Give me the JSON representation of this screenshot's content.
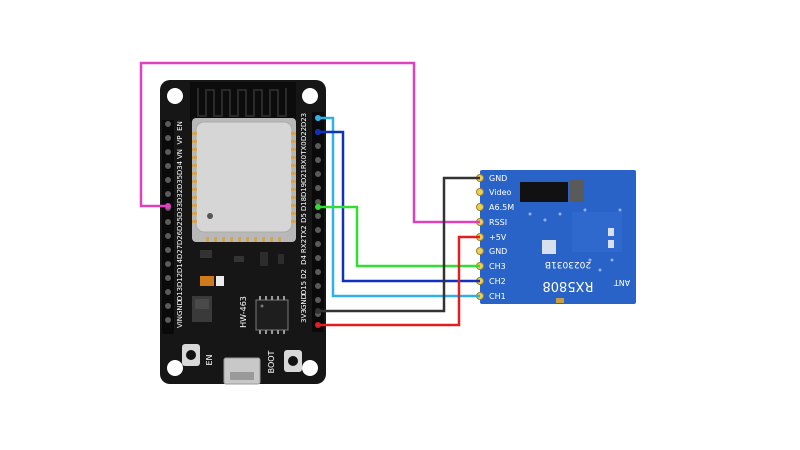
{
  "esp32_board": {
    "module_label": "HW-463",
    "left_header_labels": [
      "EN",
      "VP",
      "VN",
      "D34",
      "D35",
      "D32",
      "D33",
      "D25",
      "D26",
      "D27",
      "D14",
      "D12",
      "D13",
      "GND",
      "VIN"
    ],
    "right_header_labels": [
      "D23",
      "D22",
      "TX0",
      "RX0",
      "D21",
      "D19",
      "D18",
      "D5",
      "TX2",
      "RX2",
      "D4",
      "D2",
      "D15",
      "GND",
      "3V3"
    ],
    "button_en_label": "EN",
    "button_boot_label": "BOOT"
  },
  "rx5808_module": {
    "pin_labels": [
      "GND",
      "Video",
      "A6.5M",
      "RSSI",
      "+5V",
      "GND",
      "CH3",
      "CH2",
      "CH1"
    ],
    "model_label": "RX5808",
    "date_code": "2023031B",
    "ant_label": "ANT"
  },
  "wire_colors": {
    "rssi_to_d33": "#e040c0",
    "ch3_to_d22": "#33dd33",
    "ch2_to_tx0": "#1030c0",
    "ch1_to_d23": "#30b0e8",
    "gnd_to_gnd": "#333333",
    "v5_to_3v3": "#e02020"
  }
}
